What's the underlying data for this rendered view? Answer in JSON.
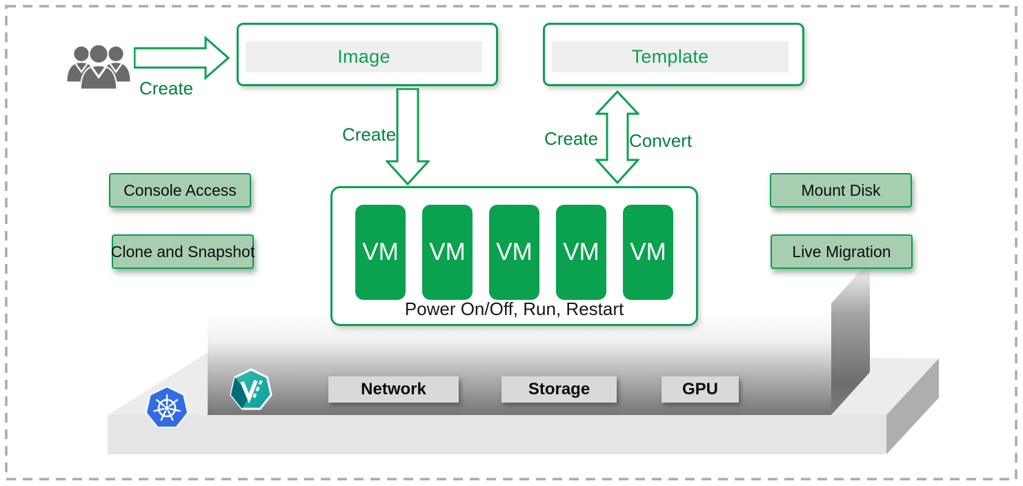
{
  "colors": {
    "green_primary": "#0aa14f",
    "green_action_text": "#00813e",
    "pill_fill": "#a8ceb2",
    "pill_border": "#0c9c4d",
    "vm_tile_fill": "#0ba24f",
    "node_bar_gray": "#efefef",
    "platform_light_gray": "#ececec",
    "platform_dark_gray": "#757575",
    "label_box_gray": "#d9d9d9",
    "dashed_border_gray": "#aaaaaa",
    "people_gray": "#6b6b6b",
    "kubernetes_blue": "#326ce5",
    "kubevirt_teal": "#14a7a0"
  },
  "icons": {
    "actor": "business-team-icon",
    "kubernetes": "kubernetes-helm-icon",
    "kubevirt": "kubevirt-icon"
  },
  "actor": {
    "create_label": "Create"
  },
  "nodes": {
    "image": "Image",
    "template": "Template"
  },
  "arrows": {
    "image_create": "Create",
    "template_create": "Create",
    "template_convert": "Convert"
  },
  "capabilities": {
    "left": [
      "Console Access",
      "Clone and Snapshot"
    ],
    "right": [
      "Mount Disk",
      "Live Migration"
    ]
  },
  "vm_group": {
    "tiles": [
      "VM",
      "VM",
      "VM",
      "VM",
      "VM"
    ],
    "caption": "Power On/Off, Run, Restart"
  },
  "platform": {
    "labels": [
      "Network",
      "Storage",
      "GPU"
    ]
  }
}
